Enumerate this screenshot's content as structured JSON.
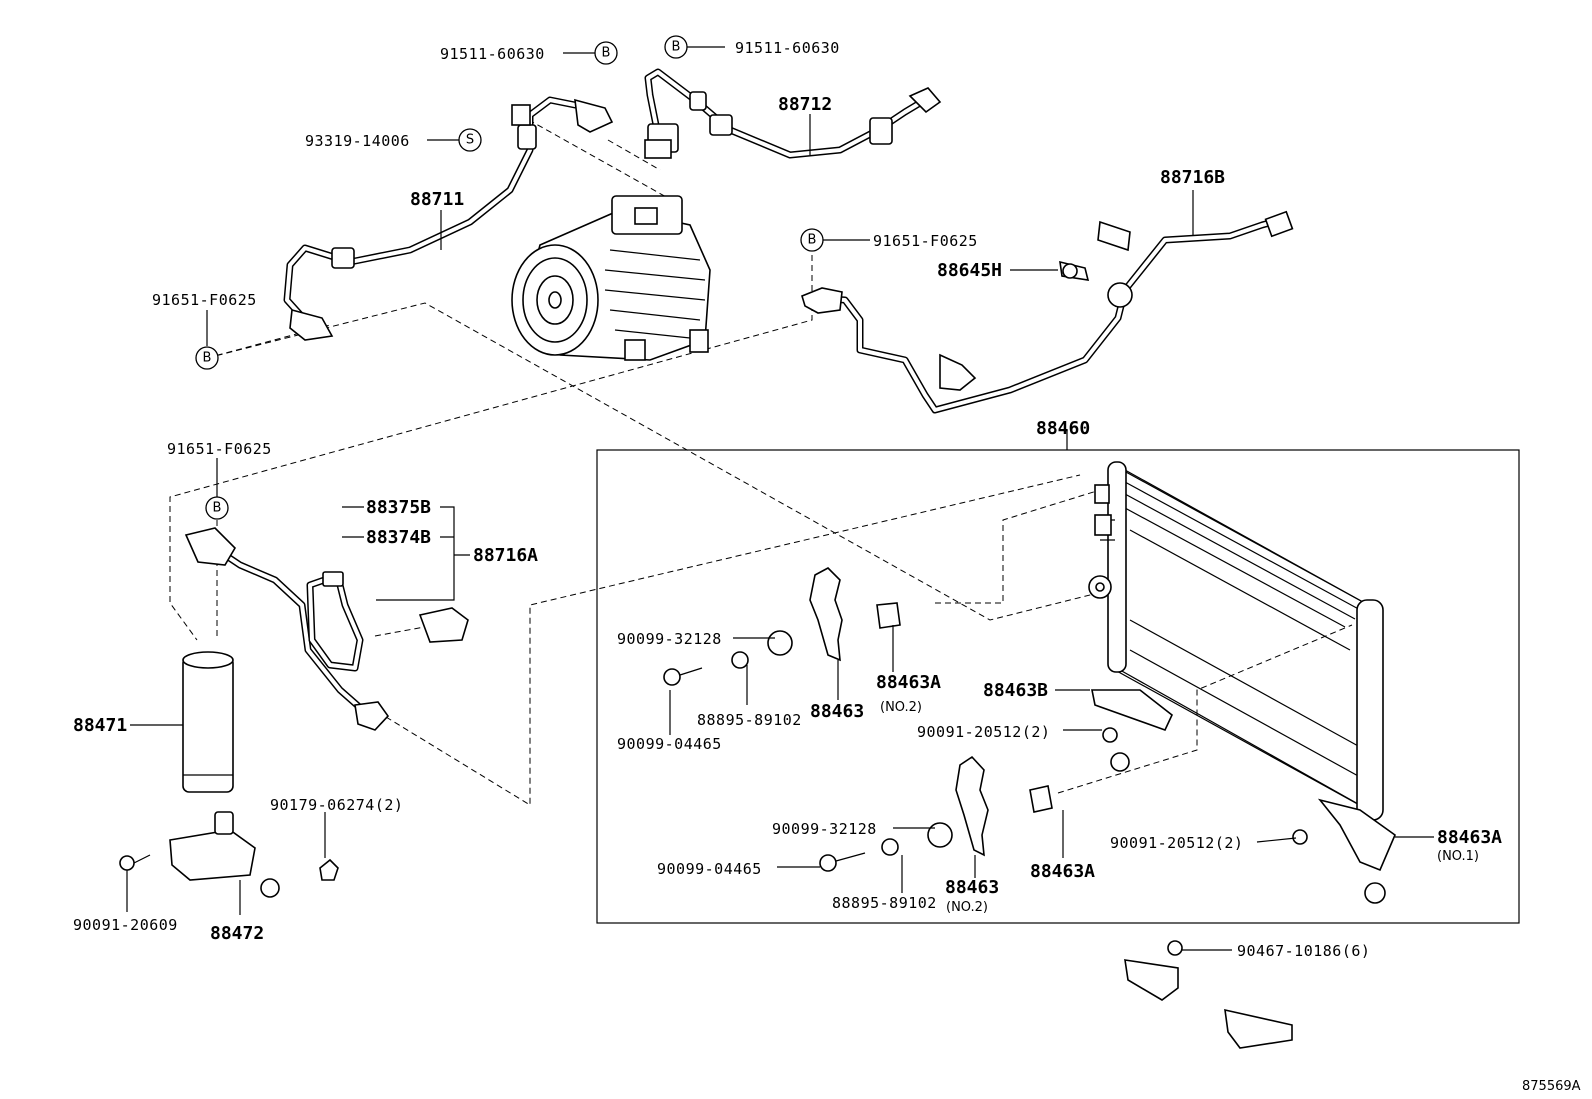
{
  "diagram": {
    "labels": {
      "l_91511_60630_a": "91511-60630",
      "l_91511_60630_b": "91511-60630",
      "l_88712": "88712",
      "l_93319_14006": "93319-14006",
      "l_88711": "88711",
      "l_88716B": "88716B",
      "l_91651_F0625_a": "91651-F0625",
      "l_91651_F0625_b": "91651-F0625",
      "l_88645H": "88645H",
      "l_91651_F0625_c": "91651-F0625",
      "l_88460": "88460",
      "l_88375B": "88375B",
      "l_88374B": "88374B",
      "l_88716A": "88716A",
      "l_90099_32128_a": "90099-32128",
      "l_88463A_a": "88463A",
      "l_no2_a": "(NO.2)",
      "l_88463B": "88463B",
      "l_88471": "88471",
      "l_88895_89102_a": "88895-89102",
      "l_88463_a": "88463",
      "l_90091_20512_a": "90091-20512(2)",
      "l_90099_04465_a": "90099-04465",
      "l_90179_06274": "90179-06274(2)",
      "l_90099_32128_b": "90099-32128",
      "l_90091_20512_b": "90091-20512(2)",
      "l_88463A_b": "88463A",
      "l_no1": "(NO.1)",
      "l_90099_04465_b": "90099-04465",
      "l_88463_b": "88463",
      "l_88463A_c": "88463A",
      "l_90091_20609": "90091-20609",
      "l_88472": "88472",
      "l_88895_89102_b": "88895-89102",
      "l_no2_b": "(NO.2)",
      "l_90467_10186": "90467-10186(6)",
      "l_ref": "875569A"
    },
    "callouts": {
      "B": "B",
      "S": "S"
    }
  }
}
